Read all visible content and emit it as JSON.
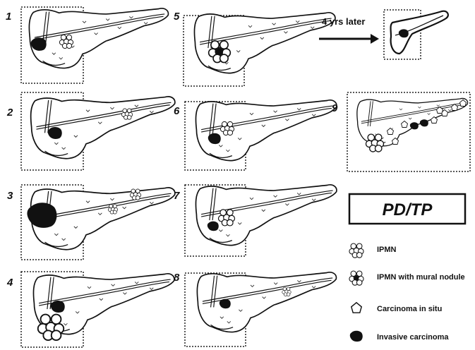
{
  "panels": [
    {
      "number": "1",
      "lesions": [
        "invasive-carcinoma",
        "ipmn"
      ]
    },
    {
      "number": "2",
      "lesions": [
        "invasive-carcinoma",
        "ipmn"
      ]
    },
    {
      "number": "3",
      "lesions": [
        "invasive-carcinoma",
        "ipmn",
        "ipmn"
      ]
    },
    {
      "number": "4",
      "lesions": [
        "invasive-carcinoma",
        "ipmn"
      ]
    },
    {
      "number": "5",
      "lesions": [
        "ipmn-with-mural-nodule"
      ]
    },
    {
      "number": "6",
      "lesions": [
        "invasive-carcinoma",
        "ipmn"
      ]
    },
    {
      "number": "7",
      "lesions": [
        "invasive-carcinoma",
        "ipmn"
      ]
    },
    {
      "number": "8",
      "lesions": [
        "invasive-carcinoma",
        "ipmn"
      ]
    },
    {
      "number": "9",
      "lesions": [
        "carcinoma-in-situ",
        "invasive-carcinoma",
        "ipmn"
      ]
    }
  ],
  "followup": {
    "label": "4 yrs later"
  },
  "procedure": {
    "label": "PD/TP"
  },
  "legend": [
    {
      "icon": "ipmn-icon",
      "label": "IPMN"
    },
    {
      "icon": "ipmn-mural-nodule-icon",
      "label": "IPMN with mural nodule"
    },
    {
      "icon": "carcinoma-in-situ-icon",
      "label": "Carcinoma in situ"
    },
    {
      "icon": "invasive-carcinoma-icon",
      "label": "Invasive carcinoma"
    }
  ]
}
